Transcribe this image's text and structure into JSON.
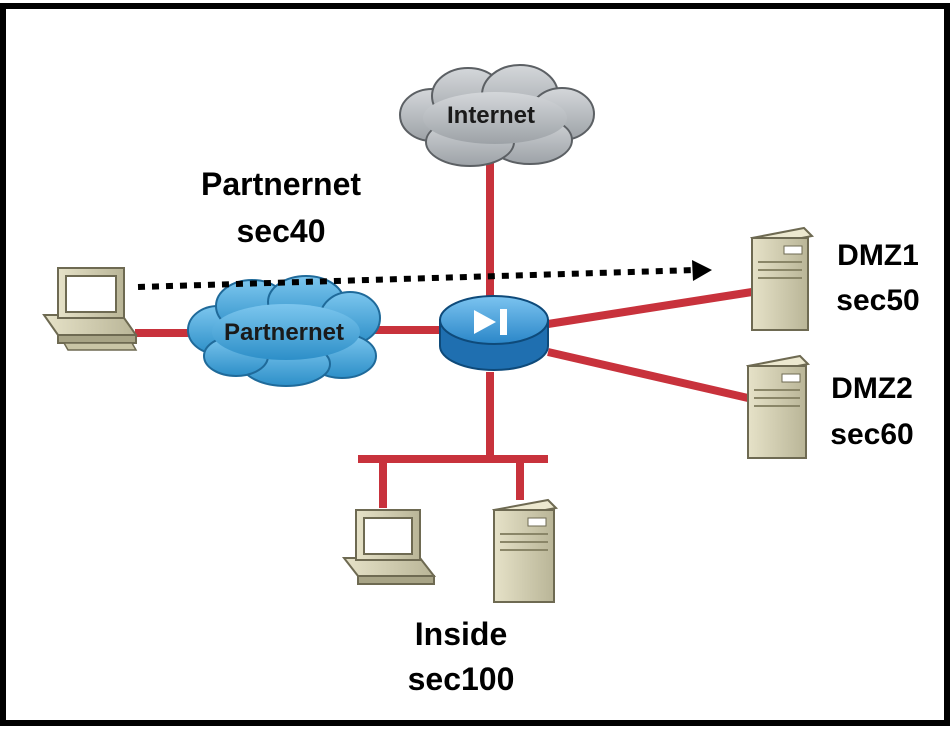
{
  "zones": {
    "internet": {
      "cloud_label": "Internet"
    },
    "partnernet": {
      "cloud_label": "Partnernet",
      "name": "Partnernet",
      "security": "sec40"
    },
    "dmz1": {
      "name": "DMZ1",
      "security": "sec50"
    },
    "dmz2": {
      "name": "DMZ2",
      "security": "sec60"
    },
    "inside": {
      "name": "Inside",
      "security": "sec100"
    }
  },
  "colors": {
    "link": "#c8323c",
    "internet_cloud": "#b4b8bc",
    "partnernet_cloud": "#4aa8dc",
    "firewall": "#2f8fd0",
    "device_beige": "#d8d4b8",
    "frame": "#000000"
  },
  "icons": [
    "cloud-icon",
    "firewall-icon",
    "pc-icon",
    "server-icon",
    "dotted-arrow"
  ]
}
